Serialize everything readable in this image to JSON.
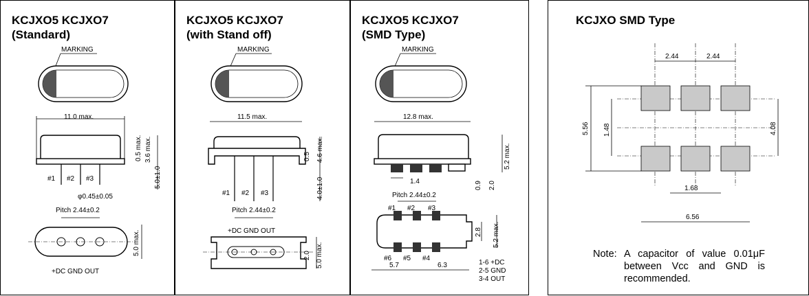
{
  "panels": [
    {
      "title": "KCJXO5 KCJXO7\n(Standard)",
      "marking": "MARKING",
      "width": "11.0 max.",
      "h1": "0.5 max.",
      "h2": "3.6 max.",
      "lead": "5.0±1.0",
      "diameter": "φ0.45±0.05",
      "pins": [
        "#1",
        "#2",
        "#3"
      ],
      "pitch": "Pitch 2.44±0.2",
      "bottom_h": "5.0 max.",
      "pin_labels": "+DC GND OUT"
    },
    {
      "title": "KCJXO5 KCJXO7\n(with Stand off)",
      "marking": "MARKING",
      "width": "11.5 max.",
      "h1": "0.5",
      "h2": "4.6 max.",
      "lead": "4.0±1.0",
      "pins": [
        "#1",
        "#2",
        "#3"
      ],
      "pitch": "Pitch 2.44±0.2",
      "bottom_h1": "2.0",
      "bottom_h2": "5.0 max.",
      "pin_labels": "+DC GND OUT"
    },
    {
      "title": "KCJXO5 KCJXO7\n(SMD Type)",
      "marking": "MARKING",
      "width": "12.8 max.",
      "h1": "5.2 max.",
      "pad_w": "1.4",
      "v1": "0.9",
      "v2": "2.0",
      "pitch": "Pitch 2.44±0.2",
      "top_pins": [
        "#1",
        "#2",
        "#3"
      ],
      "bottom_pins": [
        "#6",
        "#5",
        "#4"
      ],
      "w1": "5.7",
      "w2": "6.3",
      "h_inner": "2.8",
      "h_outer": "5.2 max.",
      "legend": [
        "1-6 +DC",
        "2-5 GND",
        "3-4 OUT"
      ]
    },
    {
      "title": "KCJXO SMD Type",
      "d1": "2.44",
      "d2": "2.44",
      "h_total": "5.56",
      "h_inner": "1.48",
      "h_right": "4.08",
      "w_mid": "1.68",
      "w_total": "6.56",
      "note_label": "Note:",
      "note_line1": "A capacitor of value 0.01μF",
      "note_line2": "between Vcc and GND is",
      "note_line3": "recommended."
    }
  ]
}
